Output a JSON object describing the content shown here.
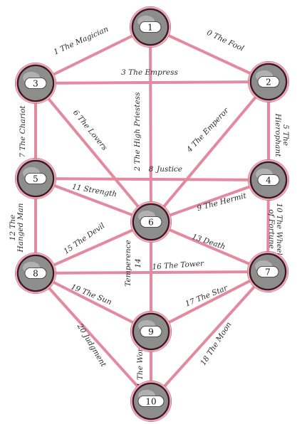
{
  "colors": {
    "path": "#e48aa0",
    "node_ring": "#f3a7b8",
    "node_core": "#3a1a22"
  },
  "sephiroth": [
    {
      "id": "1",
      "label": "1"
    },
    {
      "id": "2",
      "label": "2"
    },
    {
      "id": "3",
      "label": "3"
    },
    {
      "id": "4",
      "label": "4"
    },
    {
      "id": "5",
      "label": "5"
    },
    {
      "id": "6",
      "label": "6"
    },
    {
      "id": "7",
      "label": "7"
    },
    {
      "id": "8",
      "label": "8"
    },
    {
      "id": "9",
      "label": "9"
    },
    {
      "id": "10",
      "label": "10"
    }
  ],
  "paths": [
    {
      "from": "1",
      "to": "2",
      "label": "0 The Fool"
    },
    {
      "from": "1",
      "to": "3",
      "label": "1 The Magician"
    },
    {
      "from": "1",
      "to": "6",
      "label": "2 The High Priestess"
    },
    {
      "from": "3",
      "to": "2",
      "label": "3 The Empress"
    },
    {
      "from": "2",
      "to": "6",
      "label": "4 The Emperor"
    },
    {
      "from": "2",
      "to": "4",
      "label_lines": [
        "5 The",
        "Hierophant"
      ]
    },
    {
      "from": "3",
      "to": "6",
      "label": "6 The Lovers"
    },
    {
      "from": "3",
      "to": "5",
      "label": "7 The Chariot"
    },
    {
      "from": "5",
      "to": "4",
      "label_lines": [
        "8",
        "Justice"
      ]
    },
    {
      "from": "4",
      "to": "6",
      "label": "9 The Hermit"
    },
    {
      "from": "4",
      "to": "7",
      "label_lines": [
        "10 The Wheel",
        "of Fortune"
      ]
    },
    {
      "from": "5",
      "to": "6",
      "label": "11 Strength"
    },
    {
      "from": "5",
      "to": "8",
      "label_lines": [
        "12 The",
        "Hanged Man"
      ]
    },
    {
      "from": "6",
      "to": "7",
      "label": "13 Death"
    },
    {
      "from": "6",
      "to": "9",
      "label_lines": [
        "Temperence",
        "14"
      ]
    },
    {
      "from": "6",
      "to": "8",
      "label": "15 The Devil"
    },
    {
      "from": "8",
      "to": "7",
      "label": "16 The Tower"
    },
    {
      "from": "9",
      "to": "7",
      "label": "17 The Star"
    },
    {
      "from": "7",
      "to": "10",
      "label": "18 The Moon"
    },
    {
      "from": "8",
      "to": "9",
      "label": "19 The Sun"
    },
    {
      "from": "8",
      "to": "10",
      "label": "20 Judgment"
    },
    {
      "from": "9",
      "to": "10",
      "label": "21 The World"
    }
  ]
}
